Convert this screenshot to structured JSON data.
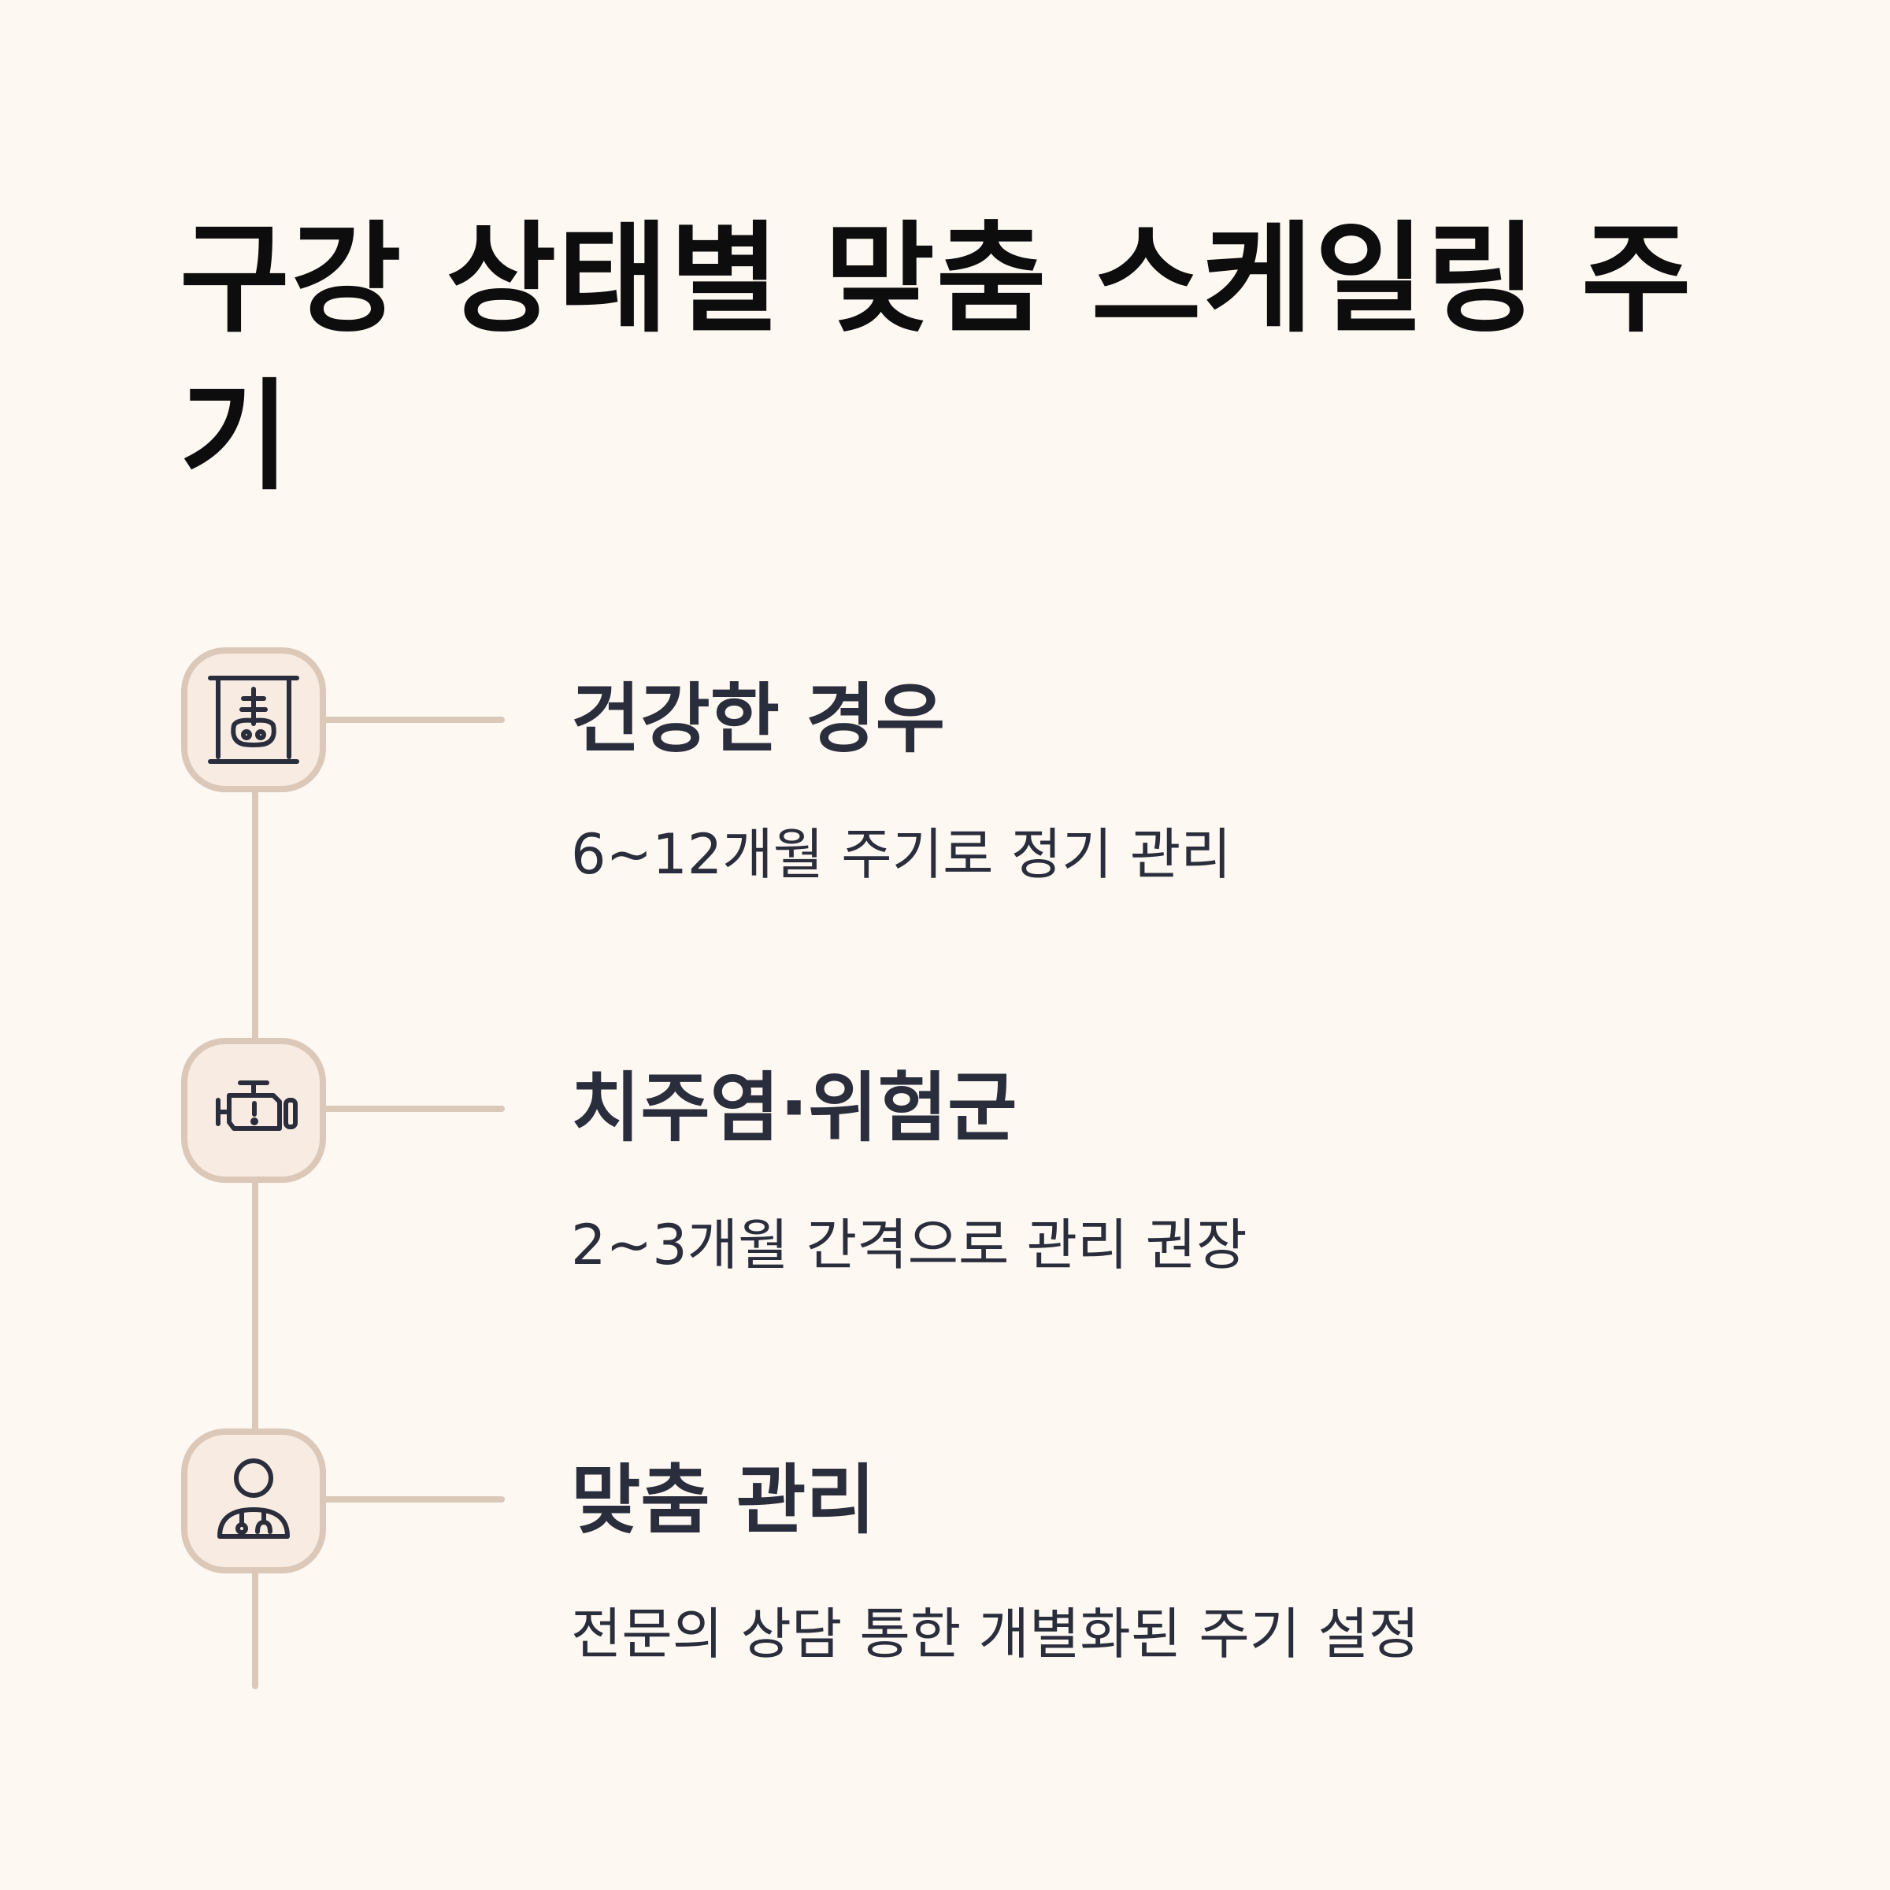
{
  "title": "구강 상태별 맞춤 스케일링 주기",
  "colors": {
    "background": "#fdf8f2",
    "line": "#dcc8b8",
    "icon_fill": "#f8ebe2",
    "text": "#2a2d3b",
    "title": "#0d0d0d"
  },
  "items": [
    {
      "icon": "dental-xray-icon",
      "title": "건강한 경우",
      "desc": "6~12개월 주기로 정기 관리"
    },
    {
      "icon": "warning-engine-icon",
      "title": "치주염·위험군",
      "desc": "2~3개월 간격으로 관리 권장"
    },
    {
      "icon": "dentist-consult-icon",
      "title": "맞춤 관리",
      "desc": "전문의 상담 통한 개별화된 주기 설정"
    }
  ]
}
